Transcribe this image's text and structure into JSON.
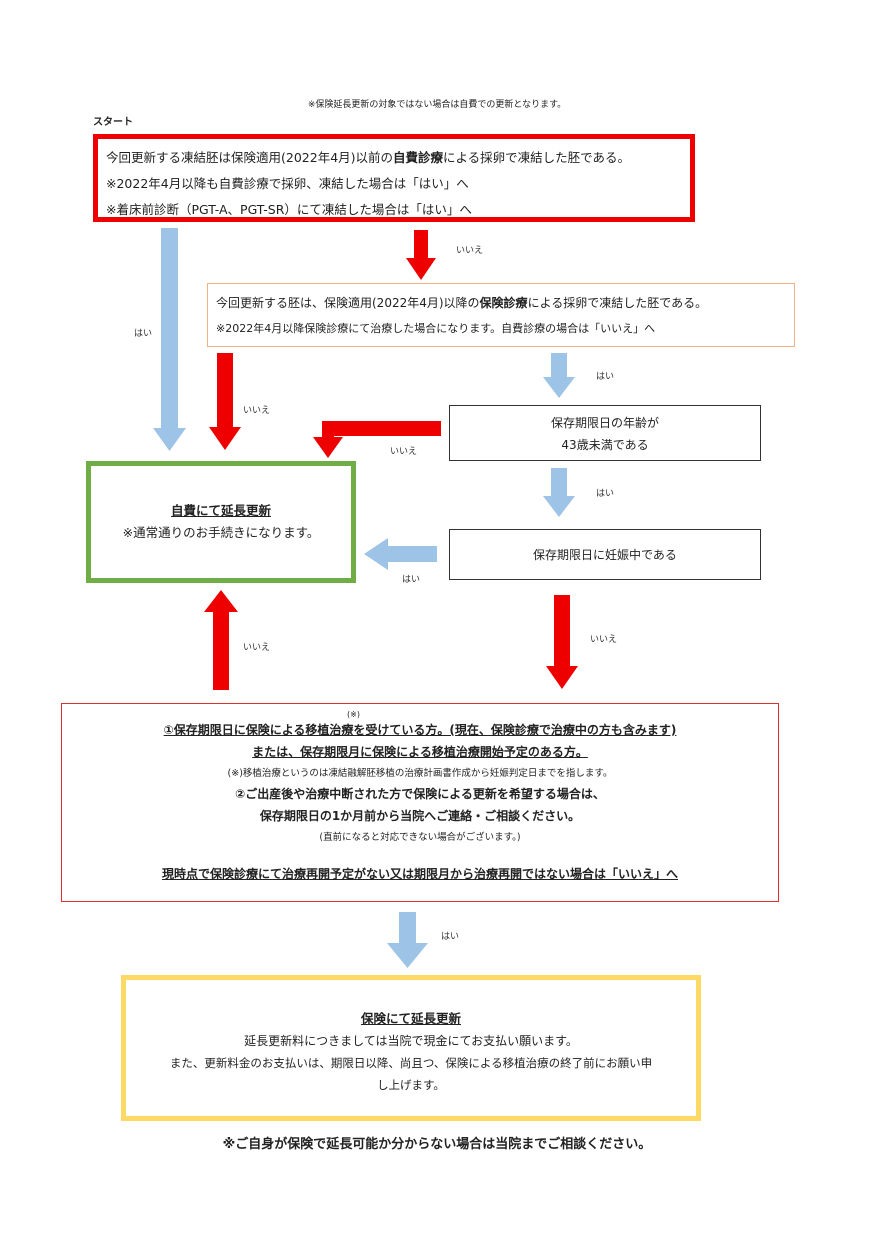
{
  "top_note": "※保険延長更新の対象ではない場合は自費での更新となります。",
  "start_label": "スタート",
  "box1": {
    "line1_pre": "今回更新する凍結胚は保険適用(2022年4月)以前の",
    "line1_bold": "自費診療",
    "line1_post": "による採卵で凍結した胚である。",
    "line2": "※2022年4月以降も自費診療で採卵、凍結した場合は「はい」へ",
    "line3": "※着床前診断（PGT-A、PGT-SR）にて凍結した場合は「はい」へ"
  },
  "box2": {
    "line1_pre": "今回更新する胚は、保険適用(2022年4月)以降の",
    "line1_bold": "保険診療",
    "line1_post": "による採卵で凍結した胚である。",
    "line2": "※2022年4月以降保険診療にて治療した場合になります。自費診療の場合は「いいえ」へ"
  },
  "box3": {
    "line1": "保存期限日の年齢が",
    "line2": "43歳未満である"
  },
  "box4": {
    "line1": "保存期限日に妊娠中である"
  },
  "self_box": {
    "title": "自費にて延長更新",
    "note": "※通常通りのお手続きになります。"
  },
  "big_box": {
    "sup": "(※)",
    "line1": "①保存期限日に保険による移植治療を受けている方。(現在、保険診療で治療中の方も含みます)",
    "line2": "または、保存期限月に保険による移植治療開始予定のある方。",
    "line3": "(※)移植治療というのは凍結融解胚移植の治療計画書作成から妊娠判定日までを指します。",
    "line4": "②ご出産後や治療中断された方で保険による更新を希望する場合は、",
    "line5": "保存期限日の1か月前から当院へご連絡・ご相談ください。",
    "line6": "(直前になると対応できない場合がございます。)",
    "line7": "現時点で保険診療にて治療再開予定がない又は期限月から治療再開ではない場合は「いいえ」へ"
  },
  "insurance_box": {
    "title": "保険にて延長更新",
    "line1": "延長更新料につきましては当院で現金にてお支払い願います。",
    "line2": "また、更新料金のお支払いは、期限日以降、尚且つ、保険による移植治療の終了前にお願い申",
    "line3": "し上げます。"
  },
  "bottom_note": "※ご自身が保険で延長可能か分からない場合は当院までご相談ください。",
  "labels": {
    "yes": "はい",
    "no": "いいえ"
  },
  "colors": {
    "red": "#ee0000",
    "blue": "#9dc3e6",
    "green": "#70ad47",
    "orange": "#f4b183",
    "thin_red": "#d9302c",
    "yellow": "#ffd966"
  }
}
